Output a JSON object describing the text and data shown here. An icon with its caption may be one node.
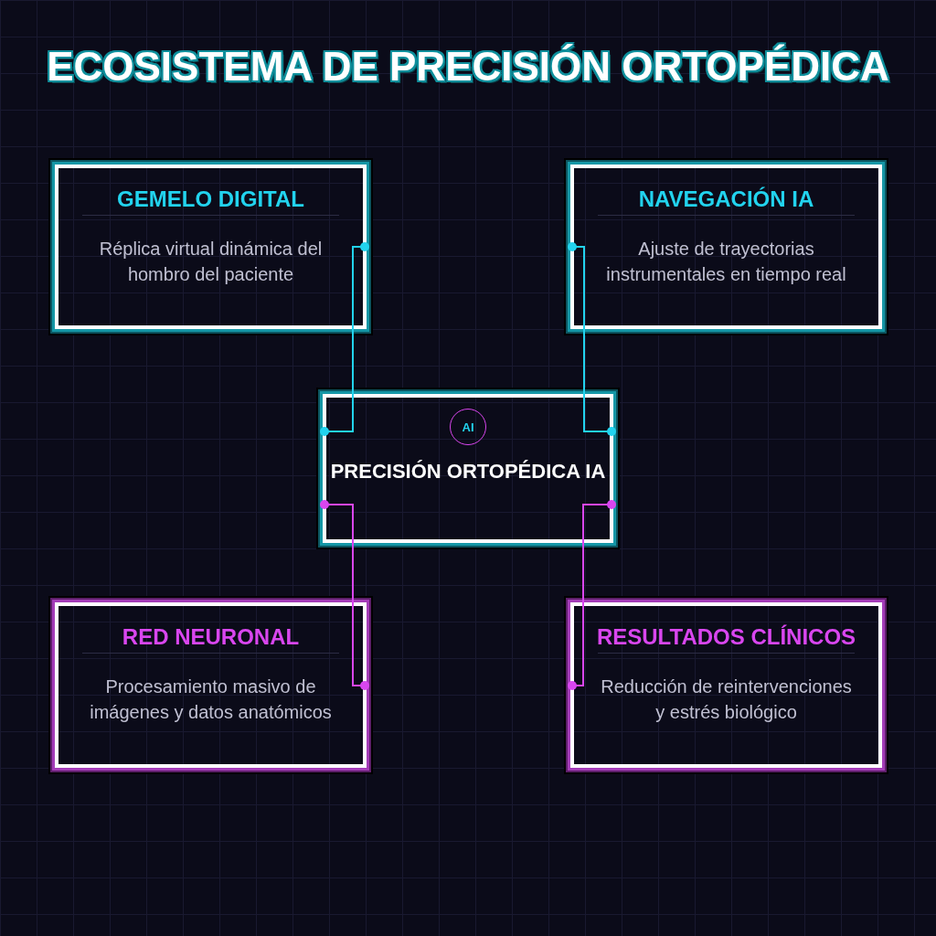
{
  "diagram": {
    "title": "ECOSISTEMA DE PRECISIÓN ORTOPÉDICA",
    "nodes": [
      {
        "text": [
          "GEMELO DIGITAL",
          "Réplica virtual dinámica del hombro del paciente"
        ]
      },
      {
        "text": [
          "NAVEGACIÓN IA",
          "Ajuste de trayectorias instrumentales en tiempo real"
        ]
      },
      {
        "text": [
          "PRECISIÓN ORTOPÉDICA IA"
        ]
      },
      {
        "text": [
          "AI"
        ],
        "in": 2
      },
      {
        "text": [
          "RED NEURONAL",
          "Procesamiento masivo de imágenes y datos anatómicos"
        ]
      },
      {
        "text": [
          "RESULTADOS CLÍNICOS",
          "Reducción de reintervenciones y estrés biológico"
        ]
      }
    ],
    "edges": [
      {
        "from": 0,
        "to": 2,
        "arrow": "other",
        "color": "#22d3ee"
      },
      {
        "from": 1,
        "to": 2,
        "arrow": "other",
        "color": "#22d3ee"
      },
      {
        "from": 4,
        "to": 2,
        "arrow": "other",
        "color": "#d946ef"
      },
      {
        "from": 5,
        "to": 2,
        "arrow": "other",
        "color": "#d946ef"
      }
    ]
  }
}
